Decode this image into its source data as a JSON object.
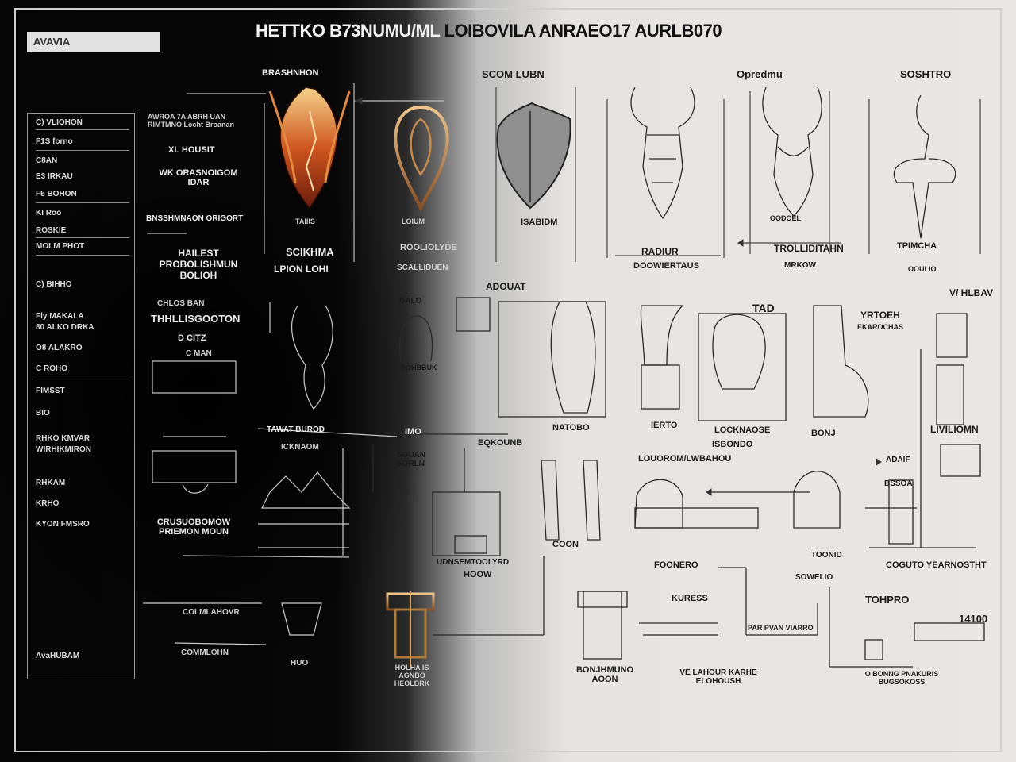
{
  "header": {
    "tag": "AVAVIA",
    "title_left": "HETTKO B73NUMU/ML",
    "title_right": "LOIBOVILA ANRAEO17 AURLB070"
  },
  "sidebar": {
    "items": [
      "C) VLIOHON",
      "F1S forno",
      "C8AN",
      "E3 IRKAU",
      "F5 BOHON",
      "KI Roo",
      "ROSKIE",
      "MOLM PHOT",
      "C) BIHHO",
      "Fly MAKALA",
      "80 ALKO DRKA",
      "O8 ALAKRO",
      "C ROHO",
      "FIMSST",
      "BIO",
      "RHKO KMVAR",
      "WIRHIKMIRON",
      "RHKAM",
      "KRHO",
      "KYON FMSRO",
      "AvaHUBAM"
    ]
  },
  "labels": {
    "c1": "BRASHNHON",
    "c2": "SCOM LUBN",
    "c3": "Opredmu",
    "c4": "SOSHTRO",
    "left1": "AWROA 7A ABRH UAN RIMTMNO Locht Broanan",
    "left2": "XL HOUSIT",
    "left3": "WK ORASNOIGOM IDAR",
    "left4": "BNSSHMNAON ORIGORT",
    "left5": "HAILEST PROBOLISHMUN BOLIOH",
    "left6": "CHLOS BAN",
    "left7": "THHLLISGOOTON",
    "left8": "D CITZ",
    "left9": "C MAN",
    "left10": "CRUSUOBOMOW PRIEMON MOUN",
    "left11": "COLMLAHOVR",
    "left12": "COMMLOHN",
    "r1a": "TAIIIS",
    "r1b": "SCIKHMA",
    "r1c": "LOIUM",
    "r1d": "ROOLIOLYDE",
    "r1e": "ISABIDM",
    "r1f": "LPION LOHI",
    "r1g": "SCALLIDUEN",
    "r1h": "DOOWIERTAUS",
    "r1i": "TROLLIDITAHN",
    "r1j": "MRKOW",
    "r1k": "TPIMCHA",
    "r1l": "OOULIO",
    "r1m": "RADIUR",
    "r1n": "OODOEL",
    "r2a": "DALO",
    "r2b": "ADOUAT",
    "r2c": "TAD",
    "r2d": "YRTOEH",
    "r2e": "EKAROCHAS",
    "r2f": "V/ HLBAV",
    "r2g": "NATOBO",
    "r2h": "IERTO",
    "r2i": "LOCKNAOSE",
    "r2j": "ISBONDO",
    "r2k": "BONJ",
    "r2l": "LIVILIOMN",
    "r2m": "IMO",
    "r2n": "TAWAT BUROD",
    "r2o": "SOHBBUK",
    "r3a": "ICKNAOM",
    "r3b": "EQKOUNB",
    "r3c": "SOUAN SORLN",
    "r3d": "LOUOROM/LWBAHOU",
    "r3e": "ADAIF",
    "r3f": "BSSOA",
    "r3g": "COON",
    "r3h": "UDNSEMTOOLYRD",
    "r3i": "HOOW",
    "r3j": "FOONERO",
    "r3k": "TOONID",
    "r3l": "COGUTO YEARNOSTHT",
    "r3m": "SOWELIO",
    "r4a": "KURESS",
    "r4b": "TOHPRO",
    "r4c": "14100",
    "r4d": "PAR PVAN VIARRO",
    "r4e": "BONJHMUNO AOON",
    "r4f": "VE LAHOUR KARHE ELOHOUSH",
    "r4g": "O BONNG PNAKURIS BUGSOKOSS",
    "r4h": "HUO",
    "r4i": "HOLHA IS AGNBO HEOLBRK"
  }
}
